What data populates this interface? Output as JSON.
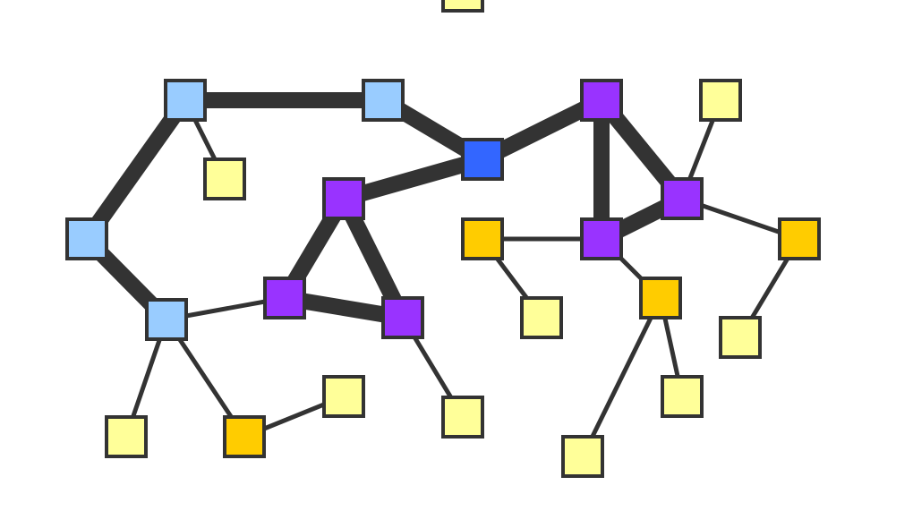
{
  "graph": {
    "colors": {
      "edge": "#333333",
      "node_border": "#333333",
      "light_blue": "#99ccff",
      "blue": "#3366ff",
      "purple": "#9933ff",
      "orange": "#ffcc00",
      "light_yellow": "#ffff99"
    },
    "nodes": [
      {
        "id": "lb1",
        "color": "light_blue"
      },
      {
        "id": "lb2",
        "color": "light_blue"
      },
      {
        "id": "lb3",
        "color": "light_blue"
      },
      {
        "id": "lb4",
        "color": "light_blue"
      },
      {
        "id": "b1",
        "color": "blue"
      },
      {
        "id": "p1",
        "color": "purple"
      },
      {
        "id": "p2",
        "color": "purple"
      },
      {
        "id": "p3",
        "color": "purple"
      },
      {
        "id": "p4",
        "color": "purple"
      },
      {
        "id": "p5",
        "color": "purple"
      },
      {
        "id": "p6",
        "color": "purple"
      },
      {
        "id": "o1",
        "color": "orange"
      },
      {
        "id": "o2",
        "color": "orange"
      },
      {
        "id": "o3",
        "color": "orange"
      },
      {
        "id": "o4",
        "color": "orange"
      },
      {
        "id": "y1",
        "color": "light_yellow"
      },
      {
        "id": "y2",
        "color": "light_yellow"
      },
      {
        "id": "y3",
        "color": "light_yellow"
      },
      {
        "id": "y4",
        "color": "light_yellow"
      },
      {
        "id": "y5",
        "color": "light_yellow"
      },
      {
        "id": "y6",
        "color": "light_yellow"
      },
      {
        "id": "y7",
        "color": "light_yellow"
      },
      {
        "id": "y8",
        "color": "light_yellow"
      },
      {
        "id": "y9",
        "color": "light_yellow"
      },
      {
        "id": "y10",
        "color": "light_yellow"
      }
    ],
    "edges": [
      {
        "from": "lb1",
        "to": "lb2",
        "weight": "heavy"
      },
      {
        "from": "lb1",
        "to": "lb3",
        "weight": "heavy"
      },
      {
        "from": "lb3",
        "to": "lb4",
        "weight": "heavy"
      },
      {
        "from": "lb2",
        "to": "b1",
        "weight": "heavy"
      },
      {
        "from": "b1",
        "to": "p1",
        "weight": "heavy"
      },
      {
        "from": "b1",
        "to": "p2",
        "weight": "heavy"
      },
      {
        "from": "p1",
        "to": "p3",
        "weight": "heavy"
      },
      {
        "from": "p1",
        "to": "p4",
        "weight": "heavy"
      },
      {
        "from": "p3",
        "to": "p4",
        "weight": "heavy"
      },
      {
        "from": "p2",
        "to": "p5",
        "weight": "heavy"
      },
      {
        "from": "p2",
        "to": "p6",
        "weight": "heavy"
      },
      {
        "from": "p5",
        "to": "p6",
        "weight": "heavy"
      },
      {
        "from": "lb1",
        "to": "y1",
        "weight": "light"
      },
      {
        "from": "lb4",
        "to": "p3",
        "weight": "light"
      },
      {
        "from": "lb4",
        "to": "y2",
        "weight": "light"
      },
      {
        "from": "lb4",
        "to": "o1",
        "weight": "light"
      },
      {
        "from": "o1",
        "to": "y3",
        "weight": "light"
      },
      {
        "from": "p4",
        "to": "y4",
        "weight": "light"
      },
      {
        "from": "o2",
        "to": "p6",
        "weight": "light"
      },
      {
        "from": "o2",
        "to": "y5",
        "weight": "light"
      },
      {
        "from": "p6",
        "to": "o3",
        "weight": "light"
      },
      {
        "from": "o3",
        "to": "y6",
        "weight": "light"
      },
      {
        "from": "o3",
        "to": "y7",
        "weight": "light"
      },
      {
        "from": "p5",
        "to": "y8",
        "weight": "light"
      },
      {
        "from": "p5",
        "to": "o4",
        "weight": "light"
      },
      {
        "from": "o4",
        "to": "y9",
        "weight": "light"
      }
    ]
  }
}
